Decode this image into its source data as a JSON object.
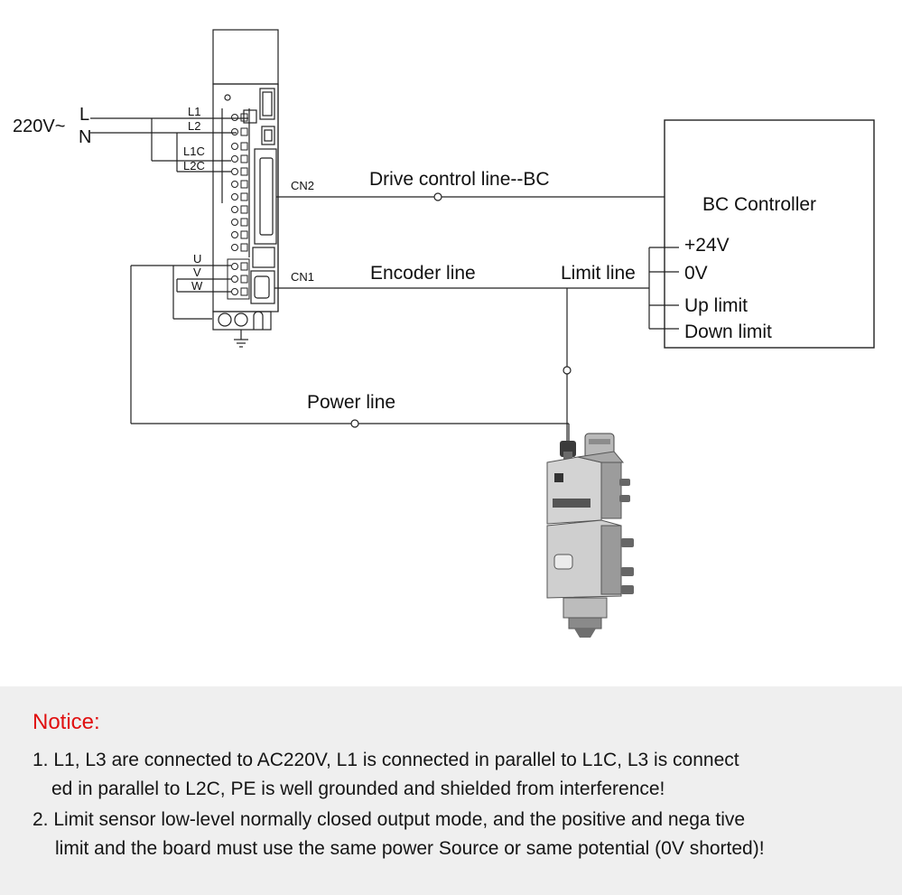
{
  "supply": {
    "voltage": "220V~",
    "live": "L",
    "neutral": "N"
  },
  "driver": {
    "terminals": {
      "l1": "L1",
      "l2": "L2",
      "l1c": "L1C",
      "l2c": "L2C",
      "u": "U",
      "v": "V",
      "w": "W"
    },
    "connectors": {
      "cn2": "CN2",
      "cn1": "CN1"
    }
  },
  "lines": {
    "drive_control": "Drive control line--BC",
    "encoder": "Encoder line",
    "limit": "Limit line",
    "power": "Power line"
  },
  "controller": {
    "title": "BC Controller",
    "signals": [
      "+24V",
      "0V",
      "Up limit",
      "Down limit"
    ]
  },
  "notice": {
    "title": "Notice:",
    "items": [
      {
        "line1": "1. L1, L3 are connected to AC220V, L1 is connected in parallel to L1C, L3 is connect",
        "line2": "ed in parallel to L2C, PE is well grounded and shielded from interference!"
      },
      {
        "line1": "2. Limit sensor low-level normally closed output mode, and the positive and nega tive",
        "line2": "limit and the board must use the same power Source or same potential (0V shorted)!"
      }
    ]
  }
}
